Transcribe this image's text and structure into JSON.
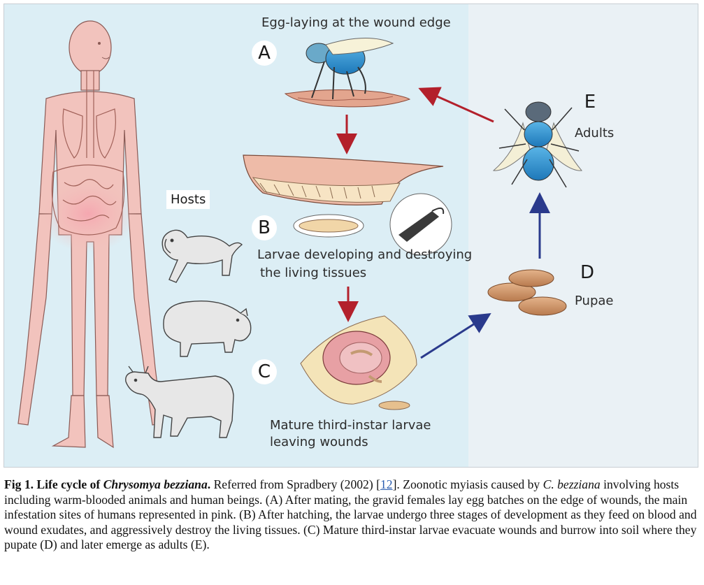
{
  "labels": {
    "a_title": "Egg-laying at the wound edge",
    "a_letter": "A",
    "b_letter": "B",
    "b_text_1": "Larvae developing and destroying",
    "b_text_2": "the living tissues",
    "c_letter": "C",
    "c_text_1": "Mature third-instar larvae",
    "c_text_2": "leaving wounds",
    "d_letter": "D",
    "d_text": "Pupae",
    "e_letter": "E",
    "e_text": "Adults",
    "hosts": "Hosts"
  },
  "caption": {
    "fig_label": "Fig 1. Life cycle of",
    "species": "Chrysomya bezziana",
    "period": ".",
    "pre_ref": " Referred from Spradbery (2002) [",
    "ref": "12",
    "post_ref": "]. Zoonotic myiasis caused by ",
    "species_short": "C. bezziana",
    "body": " involving hosts including warm-blooded animals and human beings. (A) After mating, the gravid females lay egg batches on the edge of wounds, the main infestation sites of humans represented in pink. (B) After hatching, the larvae undergo three stages of development as they feed on blood and wound exudates, and aggressively destroy the living tissues. (C) Mature third-instar larvae evacuate wounds and burrow into soil where they pupate (D) and later emerge as adults (E)."
  },
  "colors": {
    "panel_left": "#dceef5",
    "panel_right": "#eaf1f5",
    "arrow_red": "#b3202b",
    "arrow_blue": "#2a3a8c",
    "skin": "#f2c3bd",
    "fly_blue": "#3a9bd5"
  }
}
